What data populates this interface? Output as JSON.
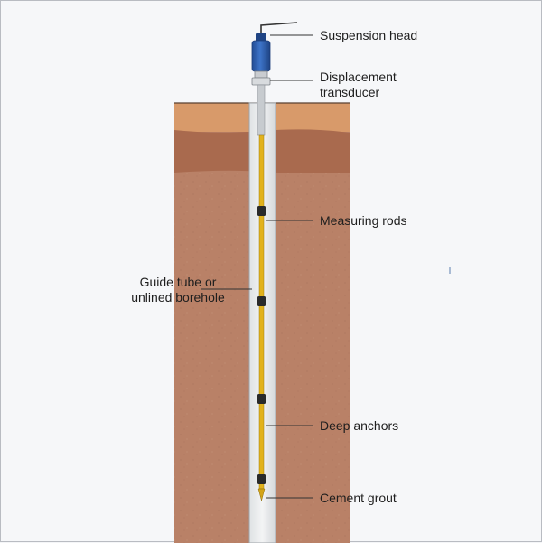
{
  "labels": {
    "suspension_head": "Suspension head",
    "displacement_transducer": "Displacement\ntransducer",
    "measuring_rods": "Measuring rods",
    "guide_tube": "Guide tube or\nunlined borehole",
    "deep_anchors": "Deep anchors",
    "cement_grout": "Cement grout"
  },
  "colors": {
    "topsoil": "#d89a6a",
    "subsoil_band": "#a96a4e",
    "soil": "#b98167",
    "grout": "#e7e9ea",
    "rod": "#e2b21c",
    "head_blue": "#2f61b3",
    "anchor": "#2a2a2a",
    "leader": "#333333"
  }
}
